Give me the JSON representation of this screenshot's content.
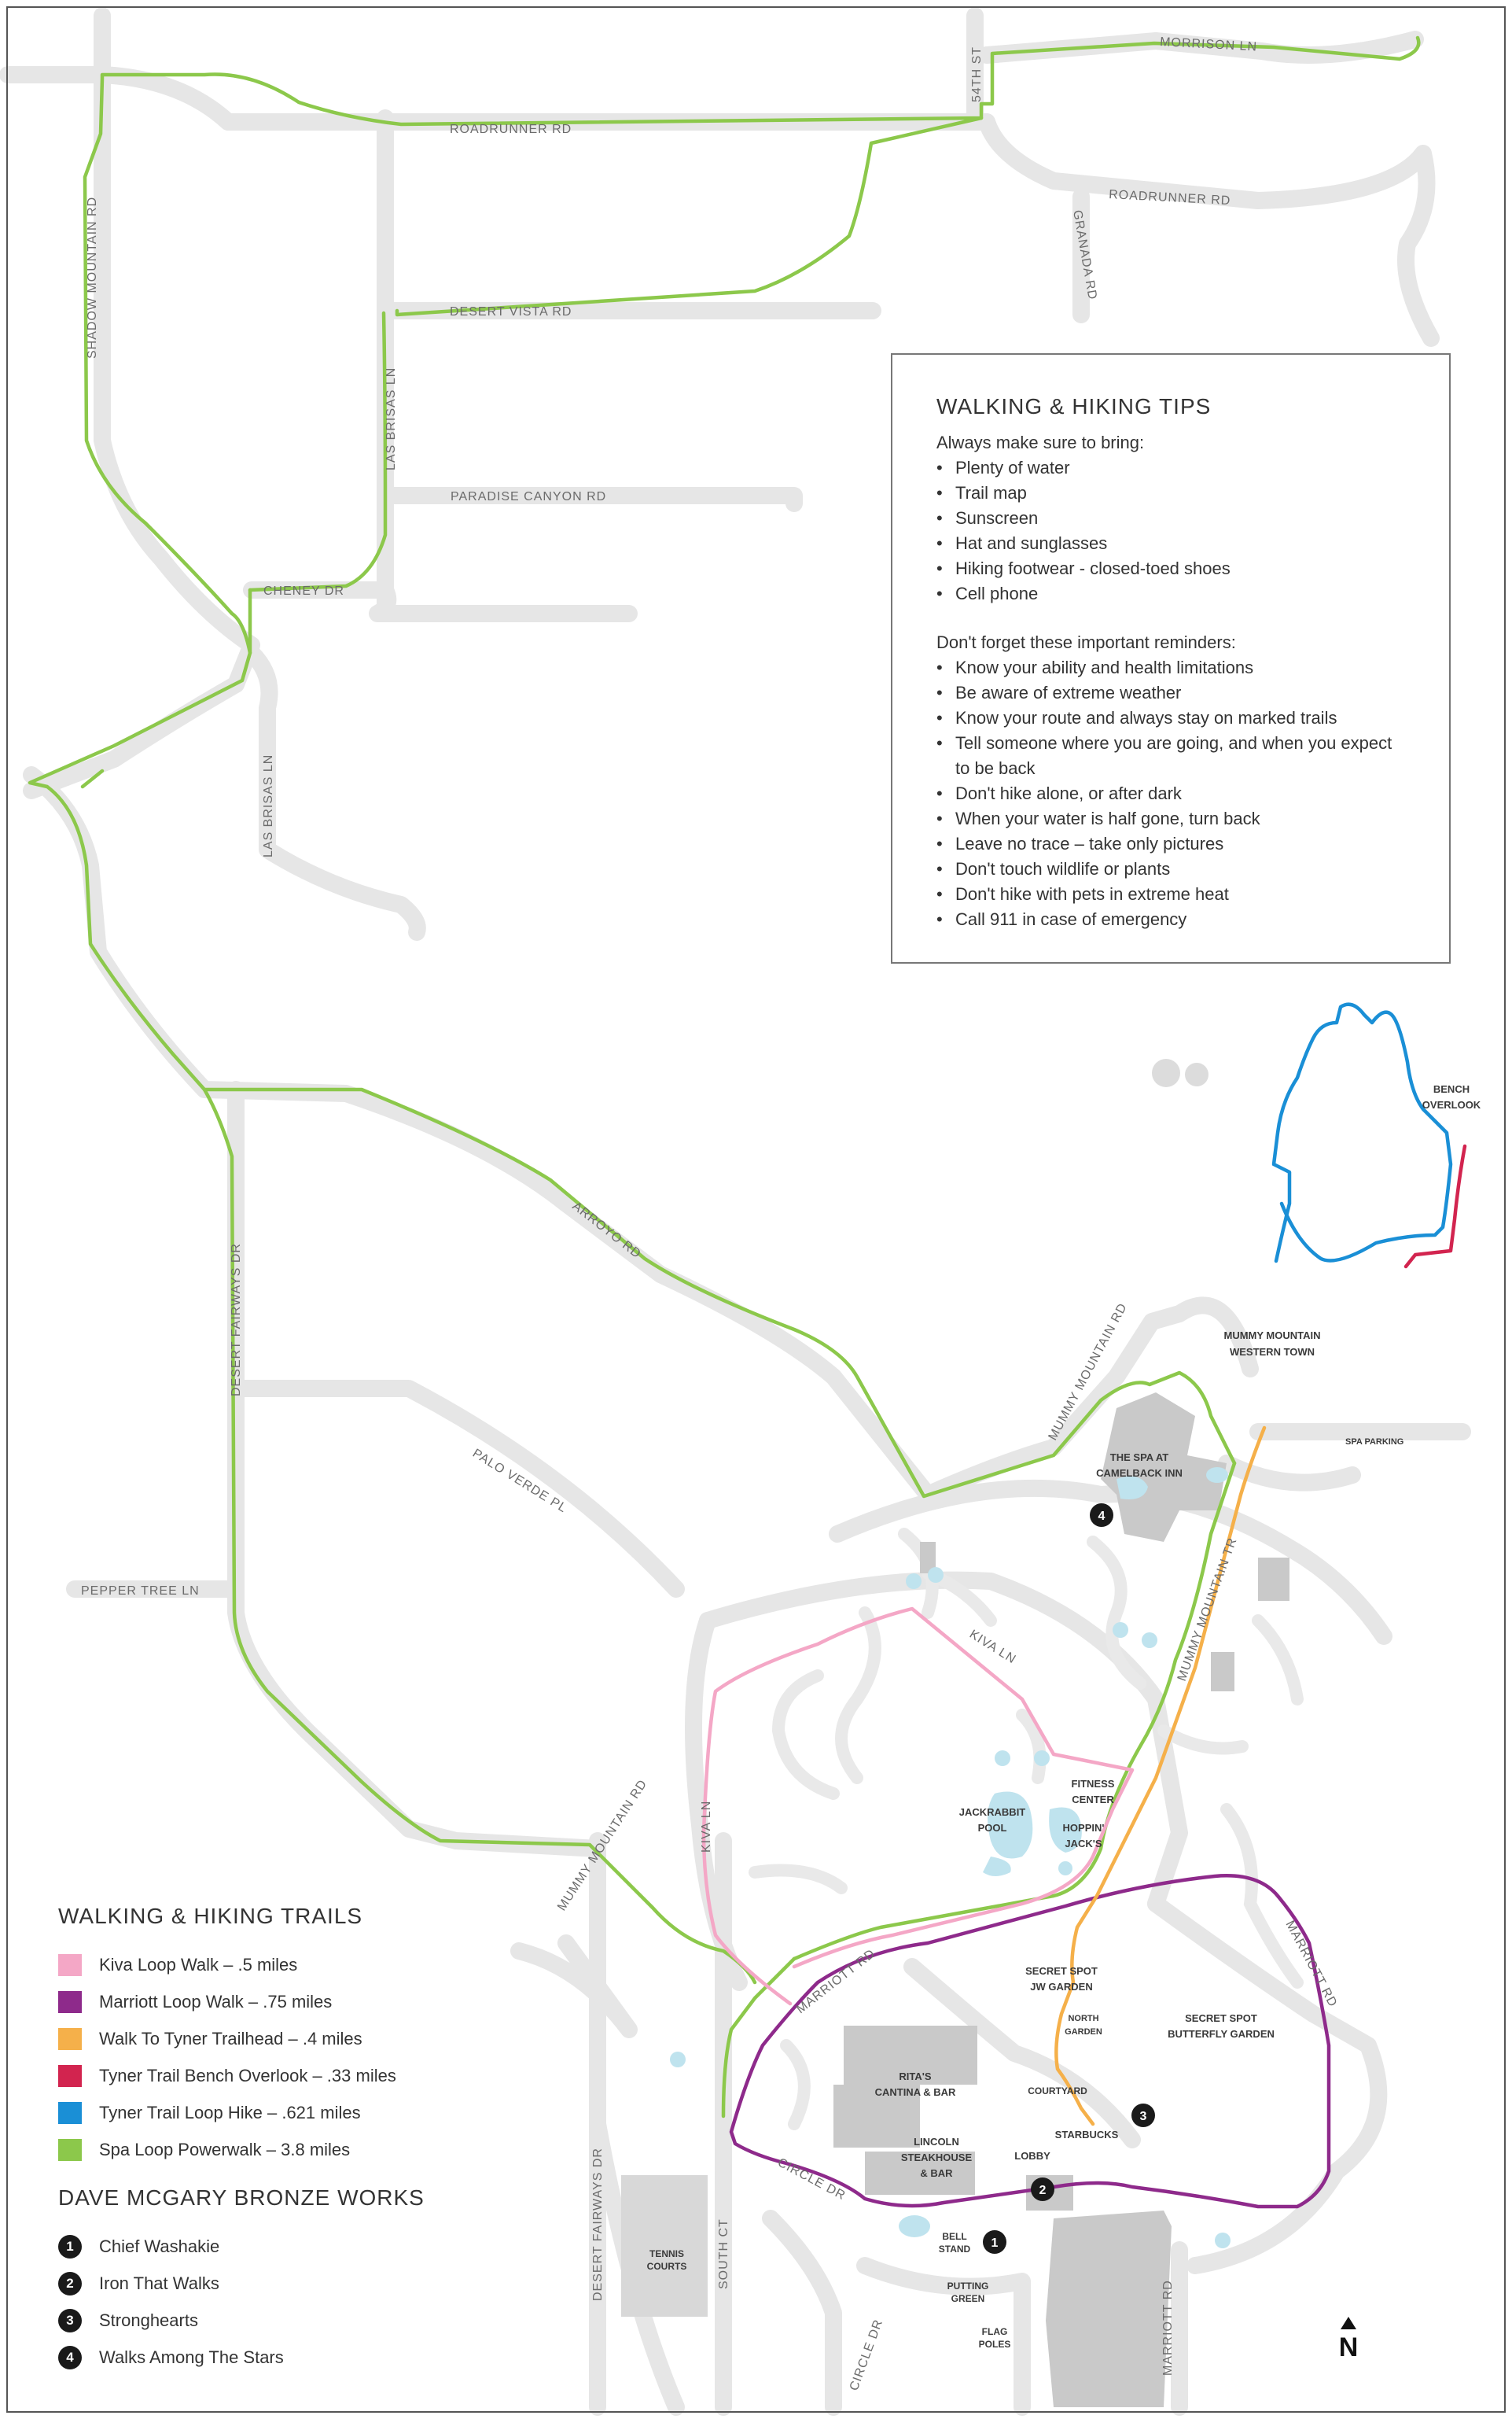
{
  "colors": {
    "road": "#e6e6e6",
    "building": "#c9c9c9",
    "water": "#bfe3ee",
    "kiva": "#f4a7c6",
    "marriott": "#8e2a8b",
    "tyner_trailhead": "#f5b04a",
    "tyner_bench": "#d2244f",
    "tyner_loop": "#1a8fd6",
    "spa_loop": "#8cc84b"
  },
  "streets": {
    "morrison_ln": "MORRISON LN",
    "st_54th": "54TH ST",
    "roadrunner_rd_w": "ROADRUNNER RD",
    "roadrunner_rd_e": "ROADRUNNER RD",
    "granada_rd": "GRANADA RD",
    "shadow_mountain_rd": "SHADOW MOUNTAIN RD",
    "desert_vista_rd": "DESERT VISTA RD",
    "las_brisas_ln_n": "LAS BRISAS LN",
    "paradise_canyon_rd": "PARADISE CANYON RD",
    "cheney_dr": "CHENEY DR",
    "las_brisas_ln_s": "LAS BRISAS LN",
    "arroyo_rd": "ARROYO RD",
    "desert_fairways_dr_n": "DESERT FAIRWAYS DR",
    "palo_verde_pl": "PALO VERDE PL",
    "pepper_tree_ln": "PEPPER TREE LN",
    "mummy_mountain_rd_n": "MUMMY MOUNTAIN RD",
    "mummy_mountain_tr": "MUMMY MOUNTAIN TR",
    "kiva_ln_n": "KIVA LN",
    "kiva_ln_w": "KIVA LN",
    "mummy_mountain_rd_w": "MUMMY MOUNTAIN RD",
    "marriott_rd_w": "MARRIOTT RD",
    "marriott_rd_e": "MARRIOTT RD",
    "circle_dr_n": "CIRCLE DR",
    "desert_fairways_dr_s": "DESERT FAIRWAYS DR",
    "south_ct": "SOUTH CT",
    "circle_dr_s": "CIRCLE DR",
    "marriott_rd_s": "MARRIOTT RD"
  },
  "places": {
    "bench_overlook_1": "BENCH",
    "bench_overlook_2": "OVERLOOK",
    "mummy_western_1": "MUMMY MOUNTAIN",
    "mummy_western_2": "WESTERN TOWN",
    "spa_parking": "SPA PARKING",
    "spa_1": "THE SPA AT",
    "spa_2": "CAMELBACK INN",
    "fitness_1": "FITNESS",
    "fitness_2": "CENTER",
    "jackrabbit_1": "JACKRABBIT",
    "jackrabbit_2": "POOL",
    "hoppin_1": "HOPPIN'",
    "hoppin_2": "JACK'S",
    "secret_jw_1": "SECRET SPOT",
    "secret_jw_2": "JW GARDEN",
    "north_garden_1": "NORTH",
    "north_garden_2": "GARDEN",
    "secret_bf_1": "SECRET SPOT",
    "secret_bf_2": "BUTTERFLY GARDEN",
    "ritas_1": "RITA'S",
    "ritas_2": "CANTINA & BAR",
    "courtyard": "COURTYARD",
    "starbucks": "STARBUCKS",
    "lincoln_1": "LINCOLN",
    "lincoln_2": "STEAKHOUSE",
    "lincoln_3": "& BAR",
    "lobby": "LOBBY",
    "bell_1": "BELL",
    "bell_2": "STAND",
    "tennis_1": "TENNIS",
    "tennis_2": "COURTS",
    "putting_1": "PUTTING",
    "putting_2": "GREEN",
    "flag_1": "FLAG",
    "flag_2": "POLES"
  },
  "markers": {
    "m1": "1",
    "m2": "2",
    "m3": "3",
    "m4": "4"
  },
  "tips": {
    "title": "WALKING & HIKING TIPS",
    "bring_intro": "Always make sure to bring:",
    "bring": [
      "Plenty of water",
      "Trail map",
      "Sunscreen",
      "Hat and sunglasses",
      "Hiking footwear - closed-toed shoes",
      "Cell phone"
    ],
    "remind_intro": "Don't forget these important reminders:",
    "reminders": [
      "Know your ability and health limitations",
      "Be aware of extreme weather",
      "Know your route and always stay on marked trails",
      "Tell someone where you are going, and when you expect to be back",
      "Don't hike alone, or after dark",
      "When your water is half gone, turn back",
      "Leave no trace – take only pictures",
      "Don't touch wildlife or plants",
      "Don't hike with pets in extreme heat",
      "Call 911 in case of emergency"
    ]
  },
  "legend": {
    "trails_title": "WALKING & HIKING TRAILS",
    "trails": [
      {
        "label": "Kiva Loop Walk – .5 miles",
        "color": "#f4a7c6"
      },
      {
        "label": "Marriott Loop Walk – .75 miles",
        "color": "#8e2a8b"
      },
      {
        "label": "Walk To Tyner Trailhead – .4 miles",
        "color": "#f5b04a"
      },
      {
        "label": "Tyner Trail Bench Overlook – .33 miles",
        "color": "#d2244f"
      },
      {
        "label": "Tyner Trail Loop Hike – .621 miles",
        "color": "#1a8fd6"
      },
      {
        "label": "Spa Loop Powerwalk – 3.8 miles",
        "color": "#8cc84b"
      }
    ],
    "bronze_title": "DAVE MCGARY BRONZE WORKS",
    "bronze": [
      {
        "num": "1",
        "label": "Chief Washakie"
      },
      {
        "num": "2",
        "label": "Iron That Walks"
      },
      {
        "num": "3",
        "label": "Stronghearts"
      },
      {
        "num": "4",
        "label": "Walks Among The Stars"
      }
    ]
  },
  "north_label": "N"
}
